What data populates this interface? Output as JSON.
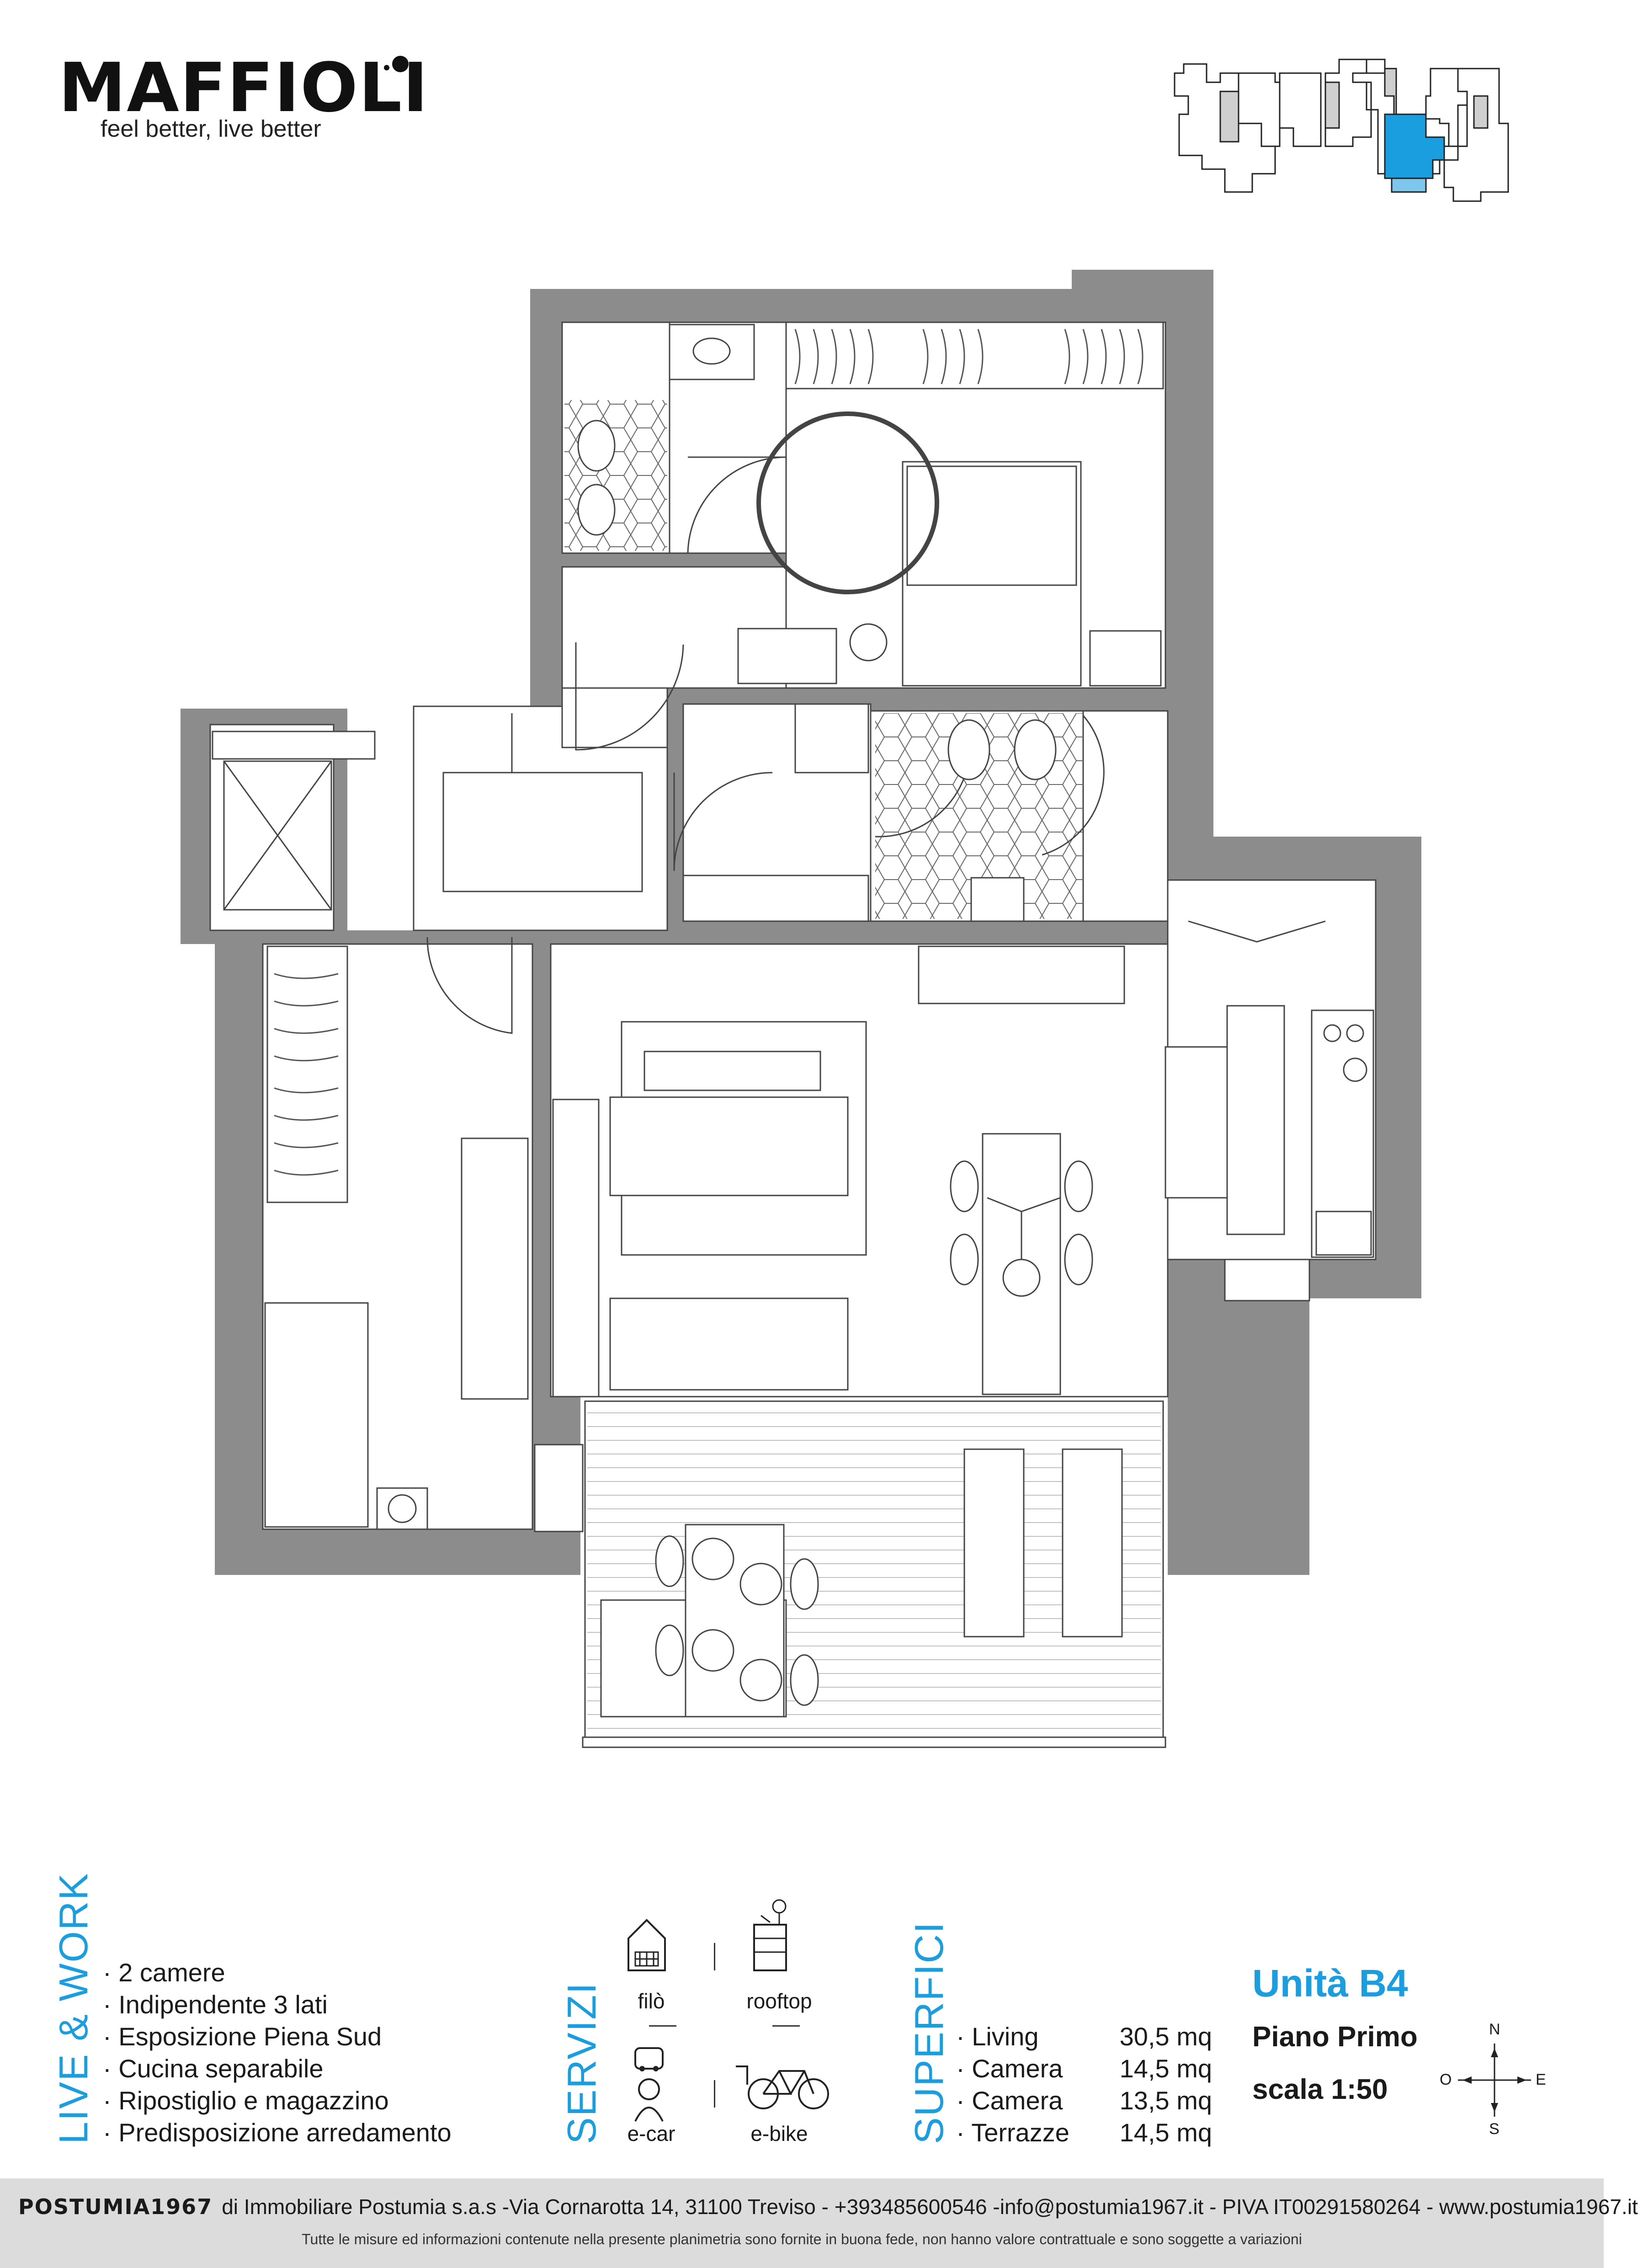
{
  "header": {
    "brand": "MAFFIOLI",
    "tagline": "feel better, live better"
  },
  "colors": {
    "accent": "#1b9ee0",
    "wall": "#8c8c8c",
    "keyplan_highlight": "#1b9ee0",
    "footer_bg": "#dcdcdc"
  },
  "icons": [
    "filo-icon",
    "rooftop-icon",
    "e-car-icon",
    "e-bike-icon",
    "compass-icon"
  ],
  "live_work": {
    "label": "LIVE & WORK",
    "features": [
      "2 camere",
      "Indipendente 3 lati",
      "Esposizione Piena Sud",
      "Cucina separabile",
      "Ripostiglio e magazzino",
      "Predisposizione arredamento"
    ]
  },
  "servizi": {
    "label": "SERVIZI",
    "items": [
      "filò",
      "rooftop",
      "e-car",
      "e-bike"
    ]
  },
  "superfici": {
    "label": "SUPERFICI",
    "rows": [
      {
        "name": "Living",
        "value": "30,5 mq"
      },
      {
        "name": "Camera",
        "value": "14,5 mq"
      },
      {
        "name": "Camera",
        "value": "13,5 mq"
      },
      {
        "name": "Terrazze",
        "value": "14,5 mq"
      }
    ]
  },
  "unit": {
    "title": "Unità B4",
    "floor": "Piano Primo",
    "scale": "scala 1:50"
  },
  "compass": {
    "n": "N",
    "s": "S",
    "e": "E",
    "o": "O"
  },
  "footer": {
    "company": "POSTUMIA1967",
    "details": "di Immobiliare Postumia s.a.s -Via Cornarotta 14, 31100 Treviso - +393485600546 -info@postumia1967.it - PIVA IT00291580264 - www.postumia1967.it",
    "disclaimer": "Tutte le misure ed informazioni contenute nella presente planimetria sono fornite in buona fede, non hanno valore contrattuale e sono soggette a variazioni"
  }
}
